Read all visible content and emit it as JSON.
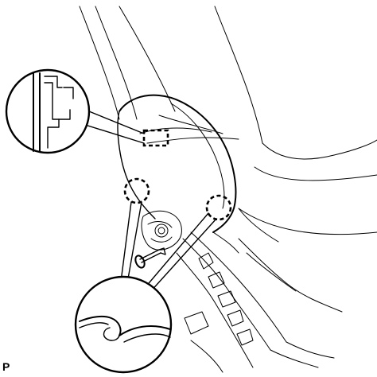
{
  "figure": {
    "reference_code": "P"
  },
  "parts": {
    "seatback": "seatback-outline",
    "side_shield_cover": "side-shield-cover",
    "clip_marker": "clip-marker",
    "claw_markers": [
      "claw-marker-upper",
      "claw-marker-lower"
    ],
    "screw": "screw-icon",
    "recliner": "recliner-mechanism"
  },
  "colors": {
    "stroke": "#000000",
    "background": "#ffffff"
  }
}
